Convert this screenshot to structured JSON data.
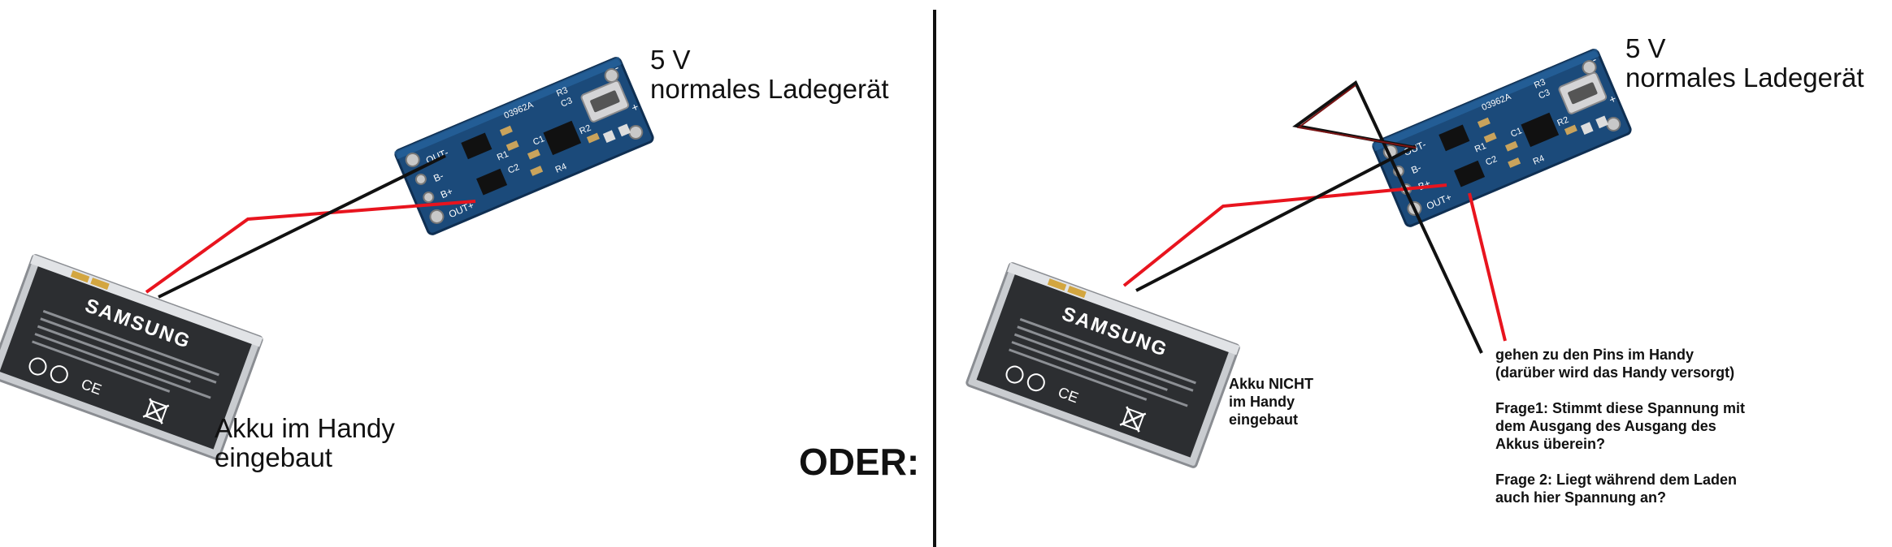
{
  "left": {
    "charger_label": "5 V\nnormales Ladegerät",
    "battery_label": "Akku im Handy\neingebaut"
  },
  "divider": {
    "label": "ODER:"
  },
  "right": {
    "charger_label": "5 V\nnormales Ladegerät",
    "battery_label": "Akku NICHT\nim Handy\neingebaut",
    "note": "gehen zu den Pins im Handy\n(darüber wird das Handy versorgt)\n\nFrage1: Stimmt diese Spannung mit\ndem Ausgang des Ausgang des\nAkkus überein?\n\nFrage 2: Liegt während dem Laden\nauch hier Spannung an?"
  },
  "battery": {
    "brand": "SAMSUNG"
  },
  "board": {
    "chip": "03962A",
    "pins": [
      "OUT-",
      "B-",
      "B+",
      "OUT+",
      "-",
      "+"
    ],
    "parts": [
      "R3",
      "C3",
      "R1",
      "C1",
      "R2",
      "R4",
      "C2"
    ]
  },
  "colors": {
    "pcb": "#1b4a7a",
    "wire_red": "#e8141e",
    "wire_black": "#111111",
    "battery_body": "#2c2e31",
    "battery_metal": "#c9ccd0"
  },
  "icons": [
    "recycle-icon",
    "ce-mark-icon",
    "crossed-bin-icon"
  ]
}
